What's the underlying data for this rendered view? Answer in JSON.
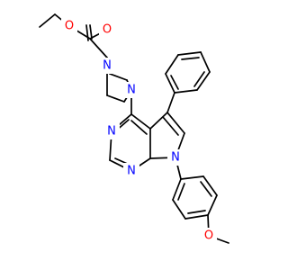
{
  "molecule": {
    "atoms": [
      {
        "id": "O_ester",
        "symbol": "O",
        "color": "#ff0000"
      },
      {
        "id": "O_carbonyl",
        "symbol": "O",
        "color": "#ff0000"
      },
      {
        "id": "N_pip_top",
        "symbol": "N",
        "color": "#0000ff"
      },
      {
        "id": "N_pip_bottom",
        "symbol": "N",
        "color": "#0000ff"
      },
      {
        "id": "N_pyrimidine_3",
        "symbol": "N",
        "color": "#0000ff"
      },
      {
        "id": "N_pyrimidine_1",
        "symbol": "N",
        "color": "#0000ff"
      },
      {
        "id": "N_pyrrole",
        "symbol": "N",
        "color": "#0000ff"
      },
      {
        "id": "O_methoxy",
        "symbol": "O",
        "color": "#ff0000"
      }
    ],
    "bond_color": "#000000"
  }
}
